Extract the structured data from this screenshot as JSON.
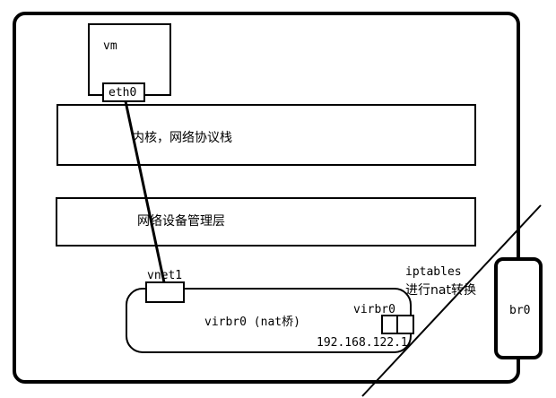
{
  "diagram": {
    "vm_label": "vm",
    "eth0_label": "eth0",
    "kernel_stack_label": "内核，网络协议栈",
    "device_mgmt_label": "网络设备管理层",
    "vnet1_label": "vnet1",
    "virbr0_nat_label": "virbr0 (nat桥)",
    "virbr0_label": "virbr0",
    "virbr0_ip": "192.168.122.1",
    "iptables_line1": "iptables",
    "iptables_line2": "进行nat转换",
    "br0_label": "br0"
  }
}
